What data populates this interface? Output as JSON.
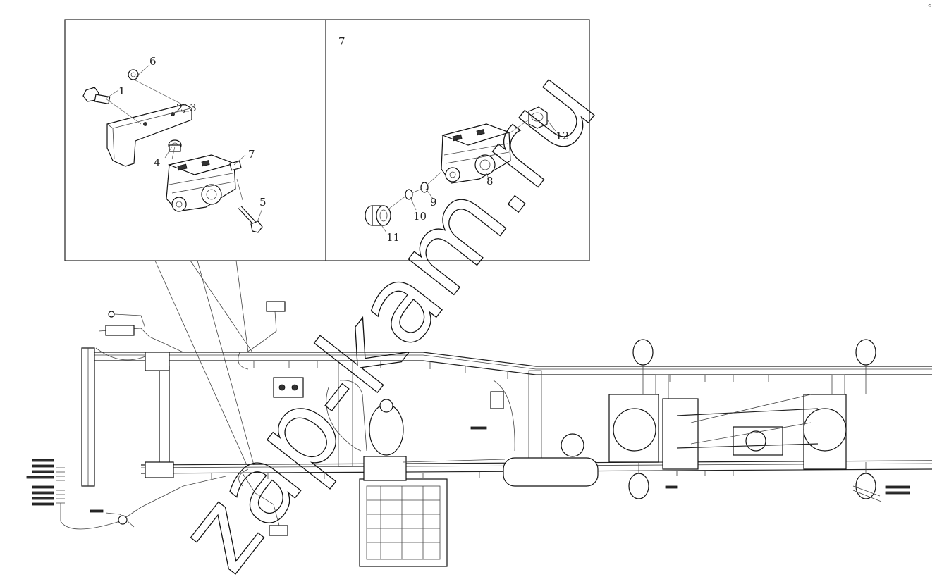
{
  "detail_left": {
    "callouts": [
      "1",
      "2, 3",
      "4",
      "5",
      "6",
      "7"
    ]
  },
  "detail_right": {
    "title": "7",
    "callouts": [
      "8",
      "9",
      "10",
      "11",
      "12"
    ]
  },
  "watermark": "zap-kam.ru",
  "corner_mark": "© ·"
}
